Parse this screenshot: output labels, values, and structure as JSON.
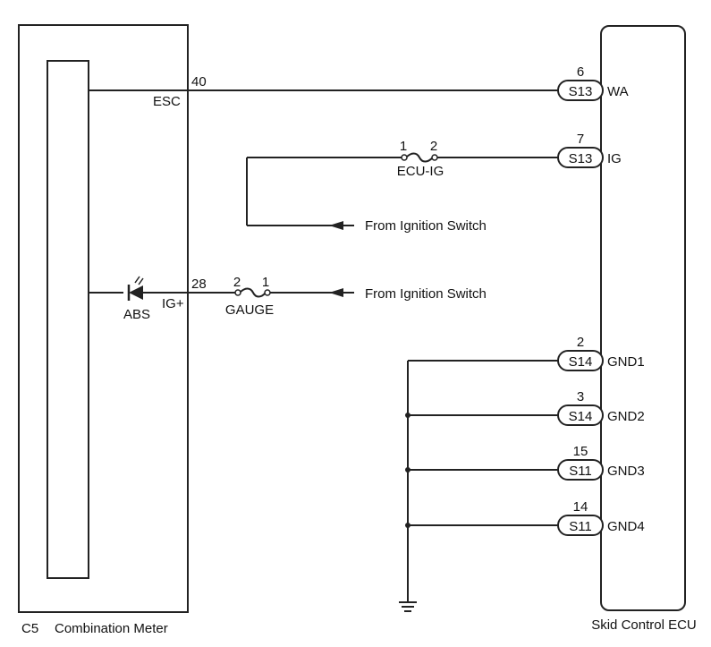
{
  "meter": {
    "connector": "C5",
    "name": "Combination Meter",
    "pins": {
      "esc_num": "40",
      "esc_label": "ESC",
      "ig_num": "28",
      "ig_label": "IG+"
    },
    "abs_label": "ABS"
  },
  "ecu": {
    "name": "Skid Control ECU",
    "terminals": [
      {
        "num": "6",
        "conn": "S13",
        "label": "WA"
      },
      {
        "num": "7",
        "conn": "S13",
        "label": "IG"
      },
      {
        "num": "2",
        "conn": "S14",
        "label": "GND1"
      },
      {
        "num": "3",
        "conn": "S14",
        "label": "GND2"
      },
      {
        "num": "15",
        "conn": "S11",
        "label": "GND3"
      },
      {
        "num": "14",
        "conn": "S11",
        "label": "GND4"
      }
    ]
  },
  "fuses": {
    "ecu_ig": {
      "name": "ECU-IG",
      "pin_a": "1",
      "pin_b": "2"
    },
    "gauge": {
      "name": "GAUGE",
      "pin_a": "2",
      "pin_b": "1"
    }
  },
  "sources": {
    "ig_switch_1": "From Ignition Switch",
    "ig_switch_2": "From Ignition Switch"
  }
}
